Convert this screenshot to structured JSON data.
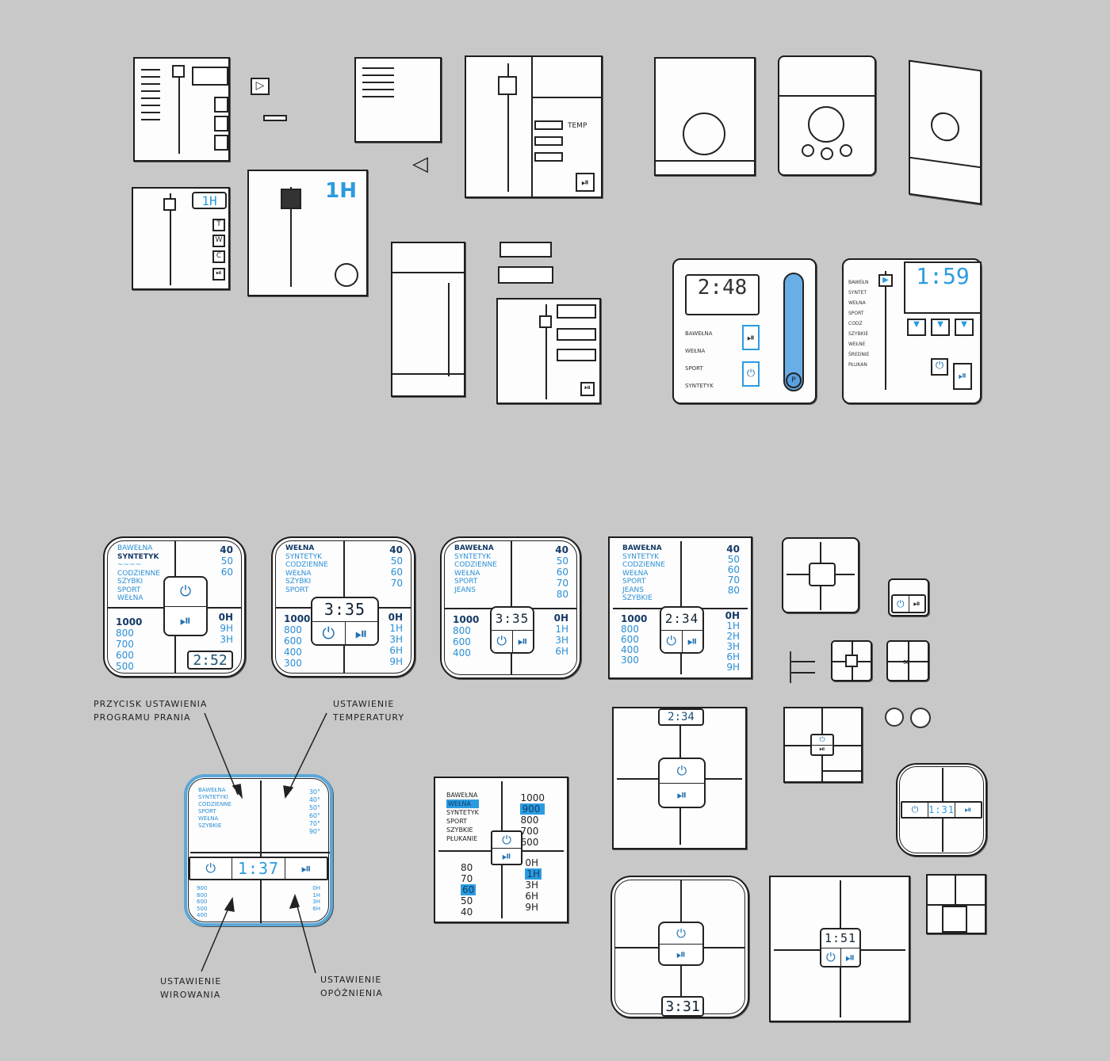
{
  "accent_color": "#2b9be0",
  "icons": {
    "power": "power-icon",
    "play_pause": "play-pause-icon"
  },
  "top_sketches": {
    "slider_panel_time": "1H",
    "slider_panel_big_time": "1H",
    "slider_buttons": [
      "T",
      "W",
      "C"
    ],
    "temp_label": "TEMP",
    "lcd_panel": {
      "time": "2:48",
      "programs": [
        "BAWEŁNA",
        "WEŁNA",
        "SPORT",
        "SYNTETYK"
      ],
      "knob_label": "P"
    },
    "slider_lcd_panel": {
      "time": "1:59",
      "programs": [
        "BAWEŁN",
        "SYNTET",
        "WEŁNA",
        "SPORT",
        "CODZ",
        "SZYBKIE",
        "WEŁNE",
        "ŚREDNIE",
        "PŁUKAN"
      ]
    }
  },
  "panels": [
    {
      "programs": [
        "BAWEŁNA",
        "SYNTETYK",
        "~~~~",
        "CODZIENNE",
        "SZYBKI",
        "SPORT",
        "WEŁNA"
      ],
      "selected_program": 1,
      "temps": [
        "40",
        "50",
        "60"
      ],
      "spin": [
        "1000",
        "800",
        "700",
        "600",
        "500"
      ],
      "delay": [
        "0H",
        "9H",
        "3H"
      ],
      "time": "2:52"
    },
    {
      "programs": [
        "WEŁNA",
        "SYNTETYK",
        "CODZIENNE",
        "WEŁNA",
        "SZYBKI",
        "SPORT"
      ],
      "selected_program": 0,
      "temps": [
        "40",
        "50",
        "60",
        "70"
      ],
      "spin": [
        "1000",
        "800",
        "600",
        "400",
        "300"
      ],
      "delay": [
        "0h",
        "1h",
        "3h",
        "6h",
        "9h"
      ],
      "time": "3:35"
    },
    {
      "programs": [
        "BAWEŁNA",
        "SYNTETYK",
        "CODZIENNE",
        "WEŁNA",
        "SPORT",
        "JEANS"
      ],
      "selected_program": 0,
      "temps": [
        "40",
        "50",
        "60",
        "70",
        "80"
      ],
      "spin": [
        "1000",
        "800",
        "600",
        "400"
      ],
      "delay": [
        "0h",
        "1h",
        "3h",
        "6h"
      ],
      "time": "3:35"
    },
    {
      "programs": [
        "BAWEŁNA",
        "SYNTETYK",
        "CODZIENNE",
        "WEŁNA",
        "SPORT",
        "JEANS",
        "SZYBKIE"
      ],
      "selected_program": 0,
      "temps": [
        "40",
        "50",
        "60",
        "70",
        "80"
      ],
      "spin": [
        "1000",
        "800",
        "600",
        "400",
        "300"
      ],
      "delay": [
        "0h",
        "1h",
        "2h",
        "3h",
        "6h",
        "9h"
      ],
      "time": "2:34"
    }
  ],
  "annotated": {
    "programs": [
      "BAWEŁNA",
      "SYNTETYKI",
      "CODZIENNE",
      "SPORT",
      "WEŁNA",
      "SZYBKIE"
    ],
    "temps": [
      "30°",
      "40°",
      "50°",
      "60°",
      "70°",
      "90°"
    ],
    "spin": [
      "900",
      "800",
      "600",
      "500",
      "400"
    ],
    "delay": [
      "0H",
      "1H",
      "3H",
      "6H"
    ],
    "time": "1:37",
    "labels": {
      "program": "PRZYCISK USTAWIENIA PROGRAMU PRANIA",
      "temperature": "USTAWIENIE TEMPERATURY",
      "spin": "USTAWIENIE WIROWANIA",
      "delay": "USTAWIENIE OPÓŹNIENIA"
    }
  },
  "highlight_panel": {
    "programs": [
      "BAWEŁNA",
      "WEŁNA",
      "SYNTETYK",
      "SPORT",
      "SZYBKIE",
      "PŁUKANIE"
    ],
    "selected_program": 1,
    "spin": [
      "1000",
      "900",
      "800",
      "700",
      "600"
    ],
    "selected_spin": 1,
    "temps": [
      "80",
      "70",
      "60",
      "50",
      "40"
    ],
    "selected_temp": 2,
    "delay": [
      "0h",
      "1h",
      "3h",
      "6h",
      "9h"
    ],
    "selected_delay": 1
  },
  "minimal_panels": {
    "top_display": "2:34",
    "bottom_display": "3:31",
    "center_display": "1:51",
    "strip_display": "1:31"
  }
}
